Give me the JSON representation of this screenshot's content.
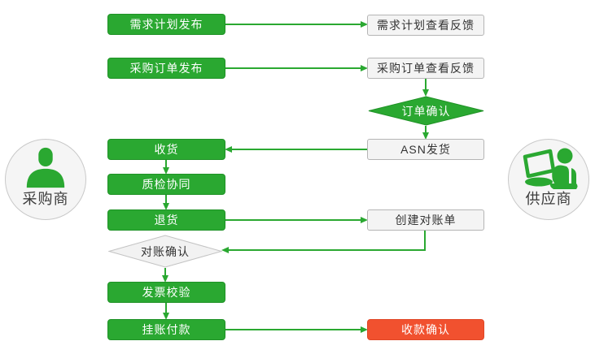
{
  "diagram": {
    "actors": {
      "buyer": {
        "label": "采购商",
        "icon": "buyer-person-icon"
      },
      "supplier": {
        "label": "供应商",
        "icon": "supplier-laptop-person-icon"
      }
    },
    "nodes": {
      "demand_plan_publish": {
        "label": "需求计划发布",
        "type": "process-green",
        "owner": "buyer"
      },
      "demand_plan_feedback": {
        "label": "需求计划查看反馈",
        "type": "process-plain",
        "owner": "supplier"
      },
      "po_publish": {
        "label": "采购订单发布",
        "type": "process-green",
        "owner": "buyer"
      },
      "po_feedback": {
        "label": "采购订单查看反馈",
        "type": "process-plain",
        "owner": "supplier"
      },
      "order_confirm": {
        "label": "订单确认",
        "type": "decision-green",
        "owner": "supplier"
      },
      "asn_ship": {
        "label": "ASN发货",
        "type": "process-plain",
        "owner": "supplier"
      },
      "receive": {
        "label": "收货",
        "type": "process-green",
        "owner": "buyer"
      },
      "quality_collab": {
        "label": "质检协同",
        "type": "process-green",
        "owner": "buyer"
      },
      "return_goods": {
        "label": "退货",
        "type": "process-green",
        "owner": "buyer"
      },
      "create_statement": {
        "label": "创建对账单",
        "type": "process-plain",
        "owner": "supplier"
      },
      "statement_confirm": {
        "label": "对账确认",
        "type": "decision-gray",
        "owner": "buyer"
      },
      "invoice_verify": {
        "label": "发票校验",
        "type": "process-green",
        "owner": "buyer"
      },
      "pending_payment": {
        "label": "挂账付款",
        "type": "process-green",
        "owner": "buyer"
      },
      "receipt_confirm": {
        "label": "收款确认",
        "type": "process-red",
        "owner": "supplier"
      }
    },
    "edges": [
      {
        "from": "demand_plan_publish",
        "to": "demand_plan_feedback"
      },
      {
        "from": "po_publish",
        "to": "po_feedback"
      },
      {
        "from": "po_feedback",
        "to": "order_confirm"
      },
      {
        "from": "order_confirm",
        "to": "asn_ship"
      },
      {
        "from": "asn_ship",
        "to": "receive"
      },
      {
        "from": "receive",
        "to": "quality_collab"
      },
      {
        "from": "quality_collab",
        "to": "return_goods"
      },
      {
        "from": "return_goods",
        "to": "create_statement"
      },
      {
        "from": "create_statement",
        "to": "statement_confirm"
      },
      {
        "from": "statement_confirm",
        "to": "invoice_verify"
      },
      {
        "from": "invoice_verify",
        "to": "pending_payment"
      },
      {
        "from": "pending_payment",
        "to": "receipt_confirm"
      }
    ],
    "colors": {
      "green": "#2aa831",
      "green_border": "#1f9226",
      "plain_fill": "#f4f4f4",
      "plain_border": "#b5b5b5",
      "diamond_fill": "#f2f2f2",
      "diamond_border": "#c3c3c3",
      "red": "#f1512f",
      "text_dark": "#333333",
      "text_light": "#ffffff"
    }
  }
}
